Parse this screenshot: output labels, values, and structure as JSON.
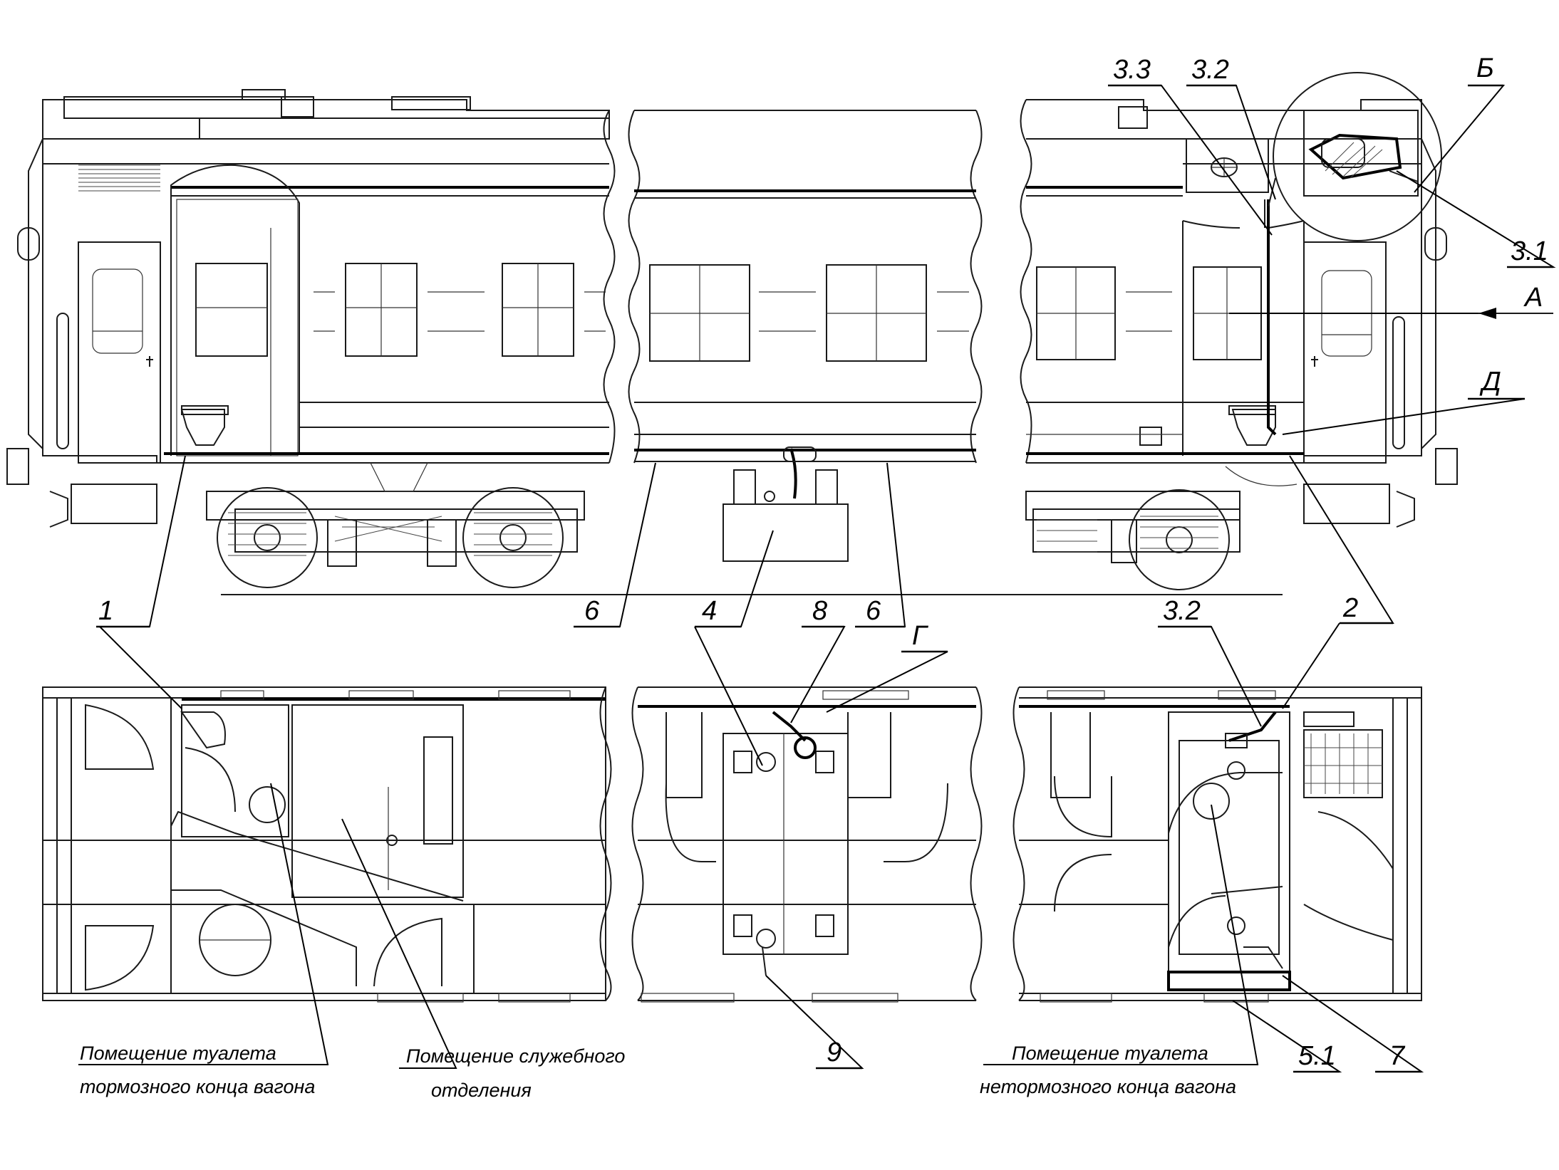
{
  "labels": {
    "l1": "1",
    "l2": "2",
    "l31": "3.1",
    "l32_top": "3.2",
    "l33": "3.3",
    "l32_bottom": "3.2",
    "l4": "4",
    "l51": "5.1",
    "l6_left": "6",
    "l6_right": "6",
    "l7": "7",
    "l8": "8",
    "l9": "9",
    "lA": "А",
    "lB": "Б",
    "lG": "Г",
    "lD": "Д"
  },
  "captions": {
    "toilet_brake_line1": "Помещение туалета",
    "toilet_brake_line2": "тормозного конца вагона",
    "service_line1": "Помещение служебного",
    "service_line2": "отделения",
    "toilet_nonbrake_line1": "Помещение туалета",
    "toilet_nonbrake_line2": "нетормозного конца вагона"
  }
}
